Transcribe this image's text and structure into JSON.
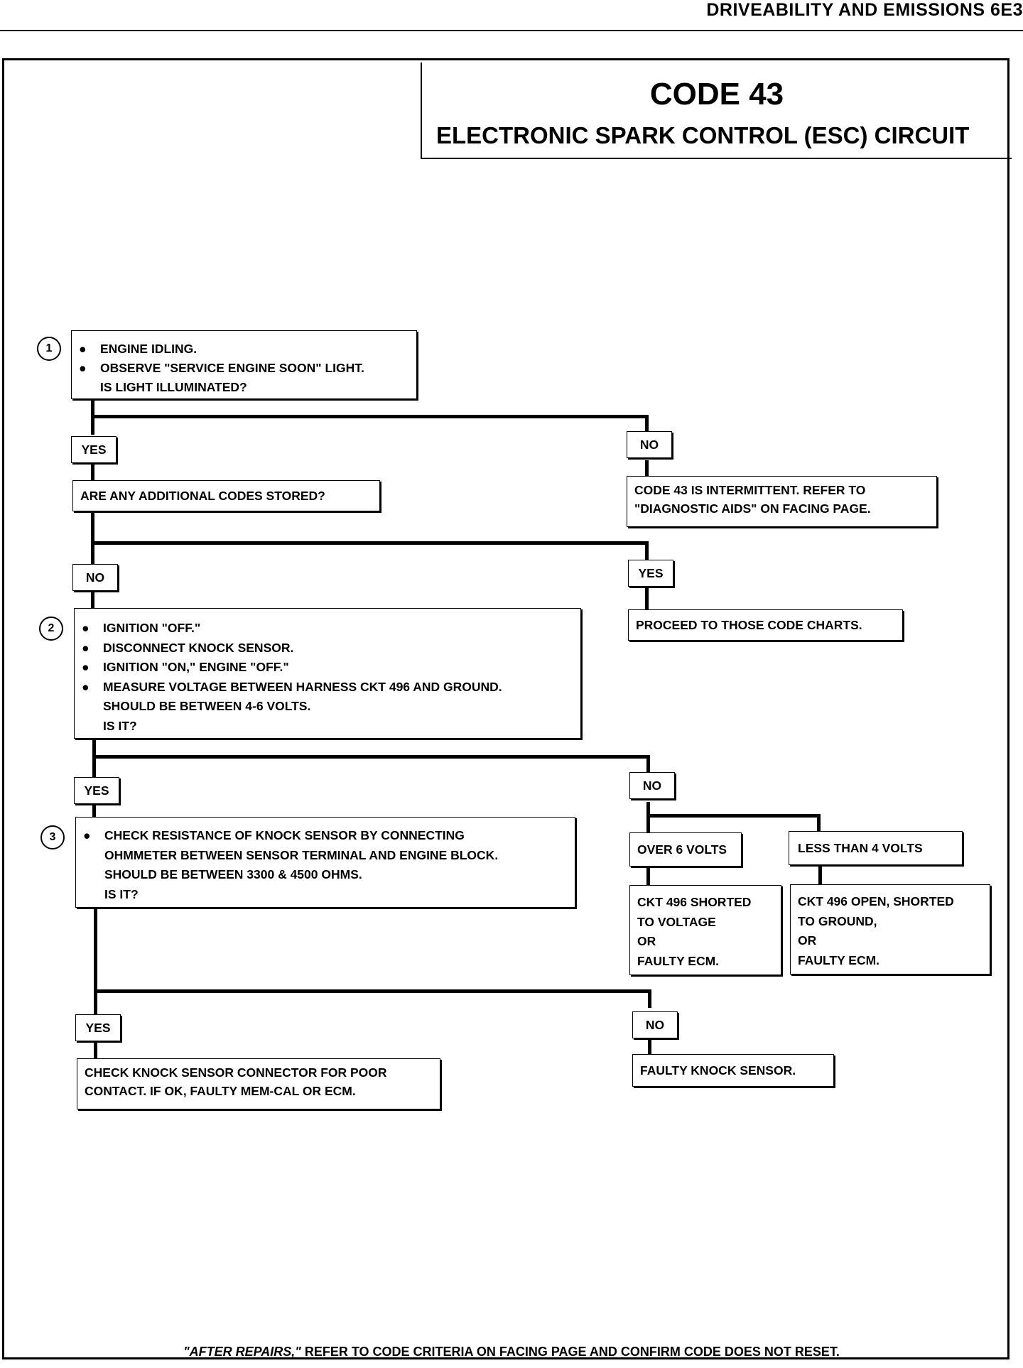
{
  "header": {
    "title": "DRIVEABILITY AND EMISSIONS  6E3"
  },
  "chart_title": {
    "code": "CODE 43",
    "subtitle": "ELECTRONIC SPARK CONTROL (ESC) CIRCUIT"
  },
  "steps": {
    "s1": {
      "num": "1",
      "lines": [
        "ENGINE IDLING.",
        "OBSERVE \"SERVICE ENGINE SOON\" LIGHT.",
        "IS LIGHT ILLUMINATED?"
      ]
    },
    "s2": {
      "num": "2",
      "lines": [
        "IGNITION \"OFF.\"",
        "DISCONNECT KNOCK SENSOR.",
        "IGNITION \"ON,\"  ENGINE \"OFF.\"",
        "MEASURE VOLTAGE BETWEEN HARNESS CKT 496 AND GROUND.",
        "SHOULD BE BETWEEN 4-6 VOLTS.",
        "IS IT?"
      ]
    },
    "s3": {
      "num": "3",
      "lines": [
        "CHECK RESISTANCE OF KNOCK SENSOR BY CONNECTING",
        "OHMMETER BETWEEN SENSOR TERMINAL AND ENGINE BLOCK.",
        "SHOULD BE BETWEEN 3300 & 4500 OHMS.",
        "IS IT?"
      ]
    }
  },
  "labels": {
    "yes": "YES",
    "no": "NO",
    "over": "OVER 6 VOLTS",
    "under": "LESS THAN 4 VOLTS"
  },
  "boxes": {
    "additional_codes": "ARE ANY ADDITIONAL CODES STORED?",
    "intermittent": [
      "CODE 43 IS INTERMITTENT.  REFER TO",
      "\"DIAGNOSTIC AIDS\" ON FACING PAGE."
    ],
    "proceed": "PROCEED TO THOSE CODE CHARTS.",
    "over_result": [
      "CKT 496 SHORTED",
      "TO VOLTAGE",
      "OR",
      "FAULTY ECM."
    ],
    "under_result": [
      "CKT 496 OPEN, SHORTED",
      "TO GROUND,",
      "OR",
      "FAULTY ECM."
    ],
    "check_connector": [
      "CHECK KNOCK SENSOR CONNECTOR FOR POOR",
      "CONTACT.  IF OK, FAULTY MEM-CAL OR ECM."
    ],
    "faulty_sensor": "FAULTY KNOCK SENSOR."
  },
  "footnote": {
    "emph": "\"AFTER REPAIRS,\"",
    "rest": " REFER TO CODE CRITERIA ON FACING PAGE AND CONFIRM CODE DOES NOT RESET."
  }
}
